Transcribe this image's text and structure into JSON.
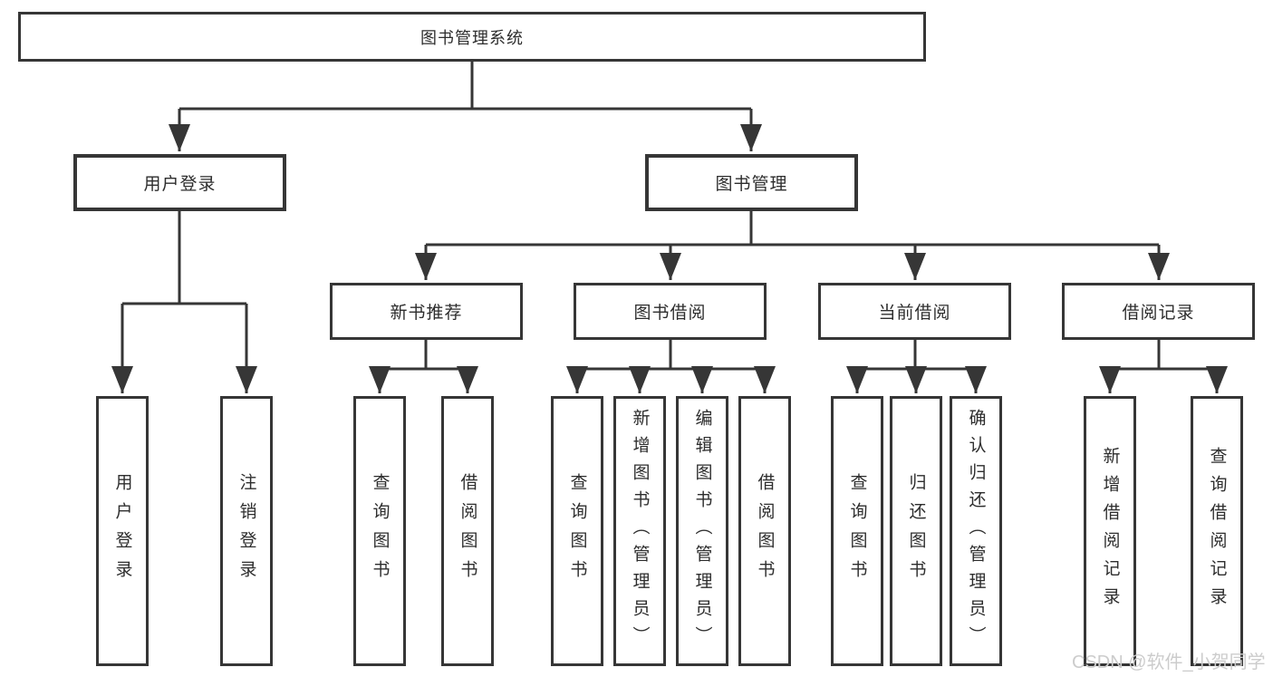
{
  "diagram": {
    "root": "图书管理系统",
    "level2": {
      "user_login": "用户登录",
      "book_mgmt": "图书管理"
    },
    "level3": {
      "new_book": "新书推荐",
      "borrow": "图书借阅",
      "current": "当前借阅",
      "record": "借阅记录"
    },
    "leaves": {
      "user_login": [
        "用户登录",
        "注销登录"
      ],
      "new_book": [
        "查询图书",
        "借阅图书"
      ],
      "borrow": [
        "查询图书",
        "新增图书（管理员）",
        "编辑图书（管理员）",
        "借阅图书"
      ],
      "current": [
        "查询图书",
        "归还图书",
        "确认归还（管理员）"
      ],
      "record": [
        "新增借阅记录",
        "查询借阅记录"
      ]
    }
  },
  "watermark": "CSDN @软件_小贺同学",
  "colors": {
    "line": "#363636",
    "text": "#2d2d2d",
    "watermark": "#cccccc",
    "background": "#ffffff"
  }
}
